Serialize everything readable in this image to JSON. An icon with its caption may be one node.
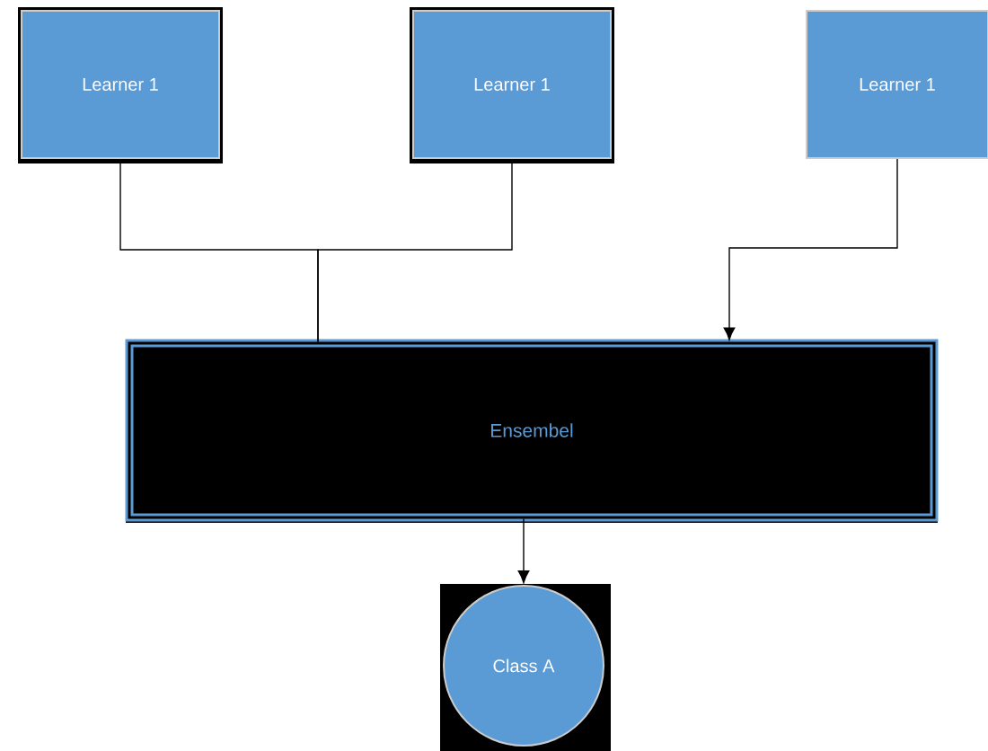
{
  "diagram": {
    "nodes": [
      {
        "text": [
          "Learner 1"
        ]
      },
      {
        "text": [
          "Learner 1"
        ]
      },
      {
        "text": [
          "Learner 1"
        ]
      },
      {
        "text": [
          "Ensembel"
        ]
      },
      {
        "text": [
          "Class A"
        ]
      }
    ],
    "edges": [
      {
        "from": 0,
        "to": 3,
        "arrow": "none"
      },
      {
        "from": 1,
        "to": 3,
        "arrow": "none"
      },
      {
        "from": 2,
        "to": 3,
        "arrow": "to"
      },
      {
        "from": 3,
        "to": 4,
        "arrow": "to"
      }
    ]
  }
}
